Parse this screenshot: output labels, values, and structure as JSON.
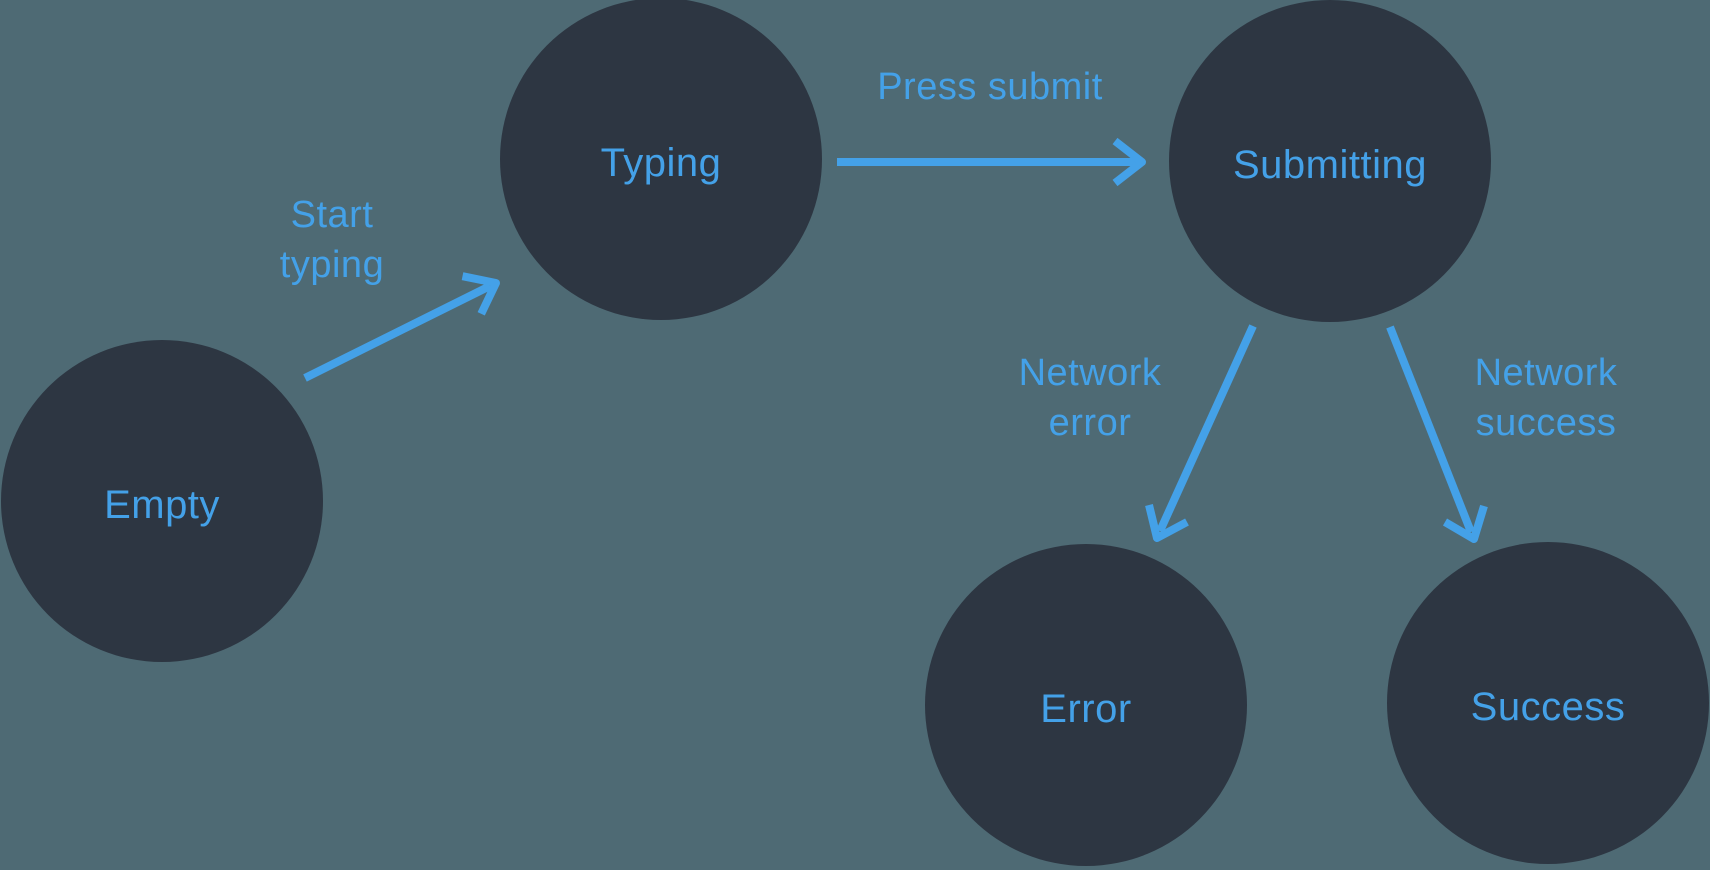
{
  "diagram": {
    "type": "state-machine",
    "theme": {
      "background": "#4e6a74",
      "node-fill": "#2d3642",
      "accent": "#44a1e8"
    },
    "states": [
      {
        "id": "empty",
        "label": "Empty"
      },
      {
        "id": "typing",
        "label": "Typing"
      },
      {
        "id": "submitting",
        "label": "Submitting"
      },
      {
        "id": "error",
        "label": "Error"
      },
      {
        "id": "success",
        "label": "Success"
      }
    ],
    "transitions": [
      {
        "id": "start-typing",
        "label": "Start\ntyping",
        "from": "empty",
        "to": "typing"
      },
      {
        "id": "press-submit",
        "label": "Press submit",
        "from": "typing",
        "to": "submitting"
      },
      {
        "id": "network-error",
        "label": "Network\nerror",
        "from": "submitting",
        "to": "error"
      },
      {
        "id": "network-success",
        "label": "Network\nsuccess",
        "from": "submitting",
        "to": "success"
      }
    ]
  }
}
